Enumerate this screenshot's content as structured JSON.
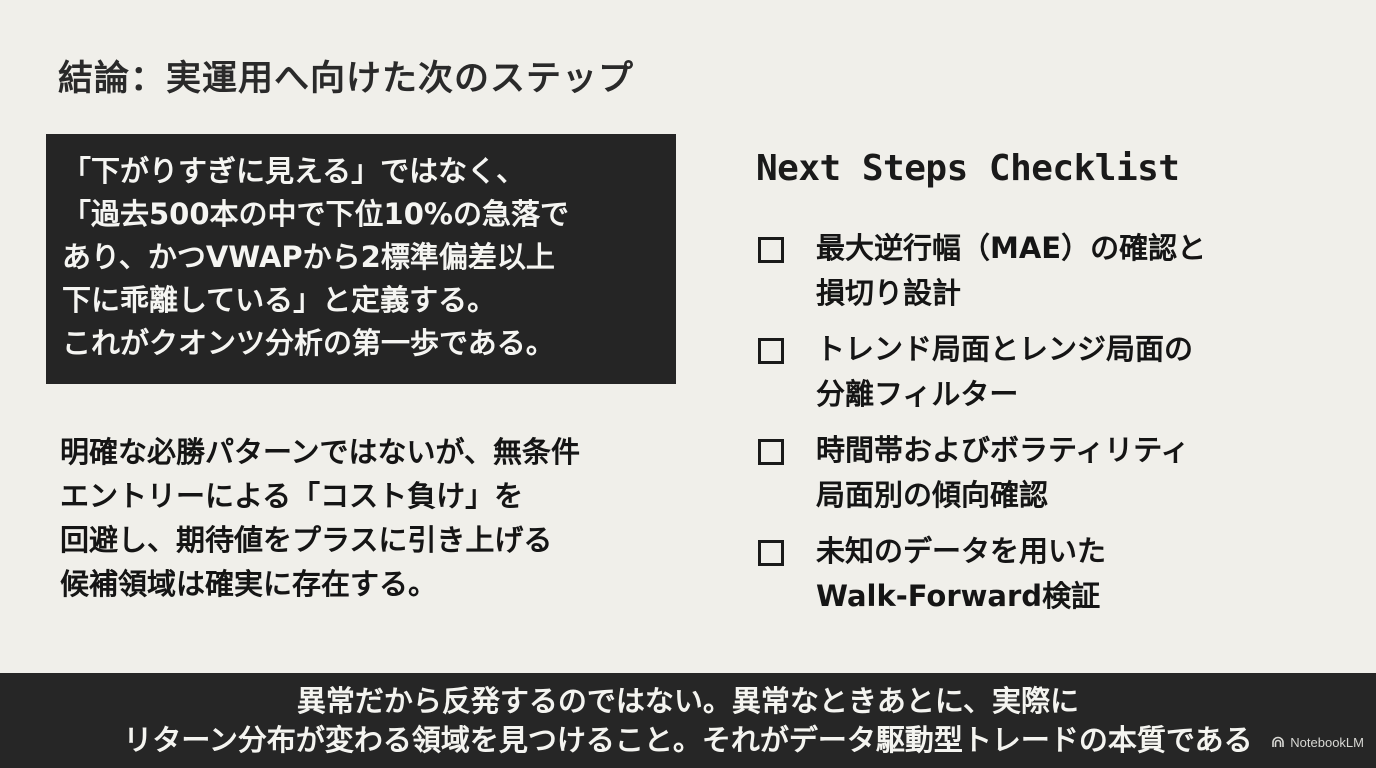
{
  "slide": {
    "title": "結論：実運用へ向けた次のステップ",
    "definition_lines": [
      "「下がりすぎに見える」ではなく、",
      "「過去500本の中で下位10%の急落で",
      "あり、かつVWAPから2標準偏差以上",
      "下に乖離している」と定義する。",
      "これがクオンツ分析の第一歩である。"
    ],
    "conclusion_lines": [
      "明確な必勝パターンではないが、無条件",
      "エントリーによる「コスト負け」を",
      "回避し、期待値をプラスに引き上げる",
      "候補領域は確実に存在する。"
    ],
    "checklist": {
      "title": "Next Steps Checklist",
      "items": [
        {
          "lines": [
            "最大逆行幅（MAE）の確認と",
            "損切り設計"
          ]
        },
        {
          "lines": [
            "トレンド局面とレンジ局面の",
            "分離フィルター"
          ]
        },
        {
          "lines": [
            "時間帯およびボラティリティ",
            "局面別の傾向確認"
          ]
        },
        {
          "lines": [
            "未知のデータを用いた",
            "Walk-Forward検証"
          ]
        }
      ]
    }
  },
  "caption": {
    "lines": [
      "異常だから反発するのではない。異常なときあとに、実際に",
      "リターン分布が変わる領域を見つけること。それがデータ駆動型トレードの本質である"
    ]
  },
  "watermark": {
    "label": "NotebookLM",
    "icon": "notebooklm-logo-icon"
  }
}
